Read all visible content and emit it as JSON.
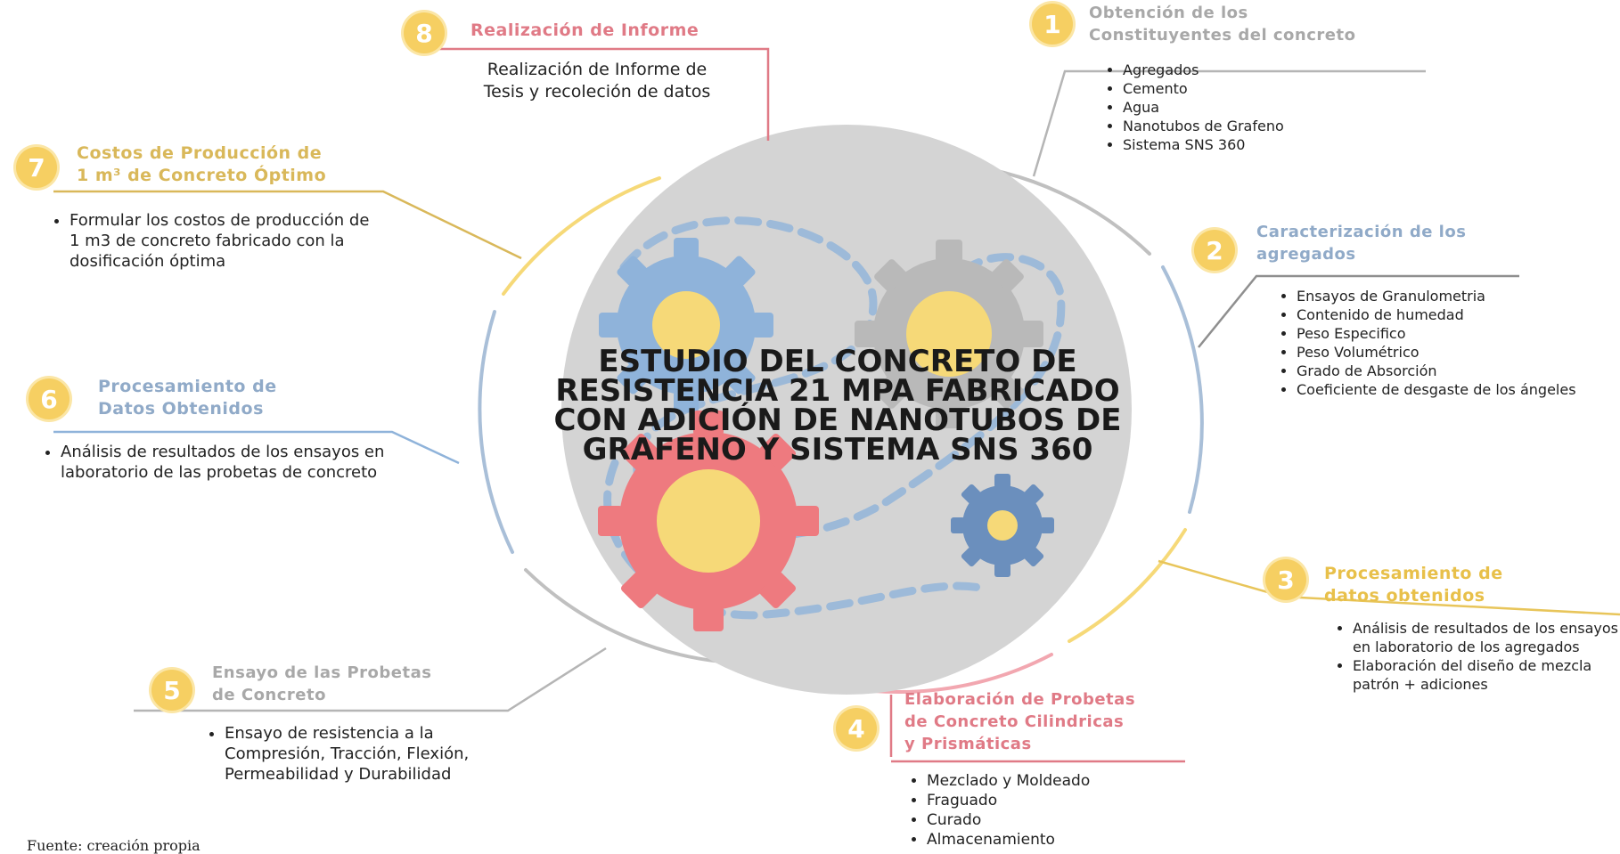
{
  "center_title": "ESTUDIO DEL CONCRETO DE RESISTENCIA 21 MPA FABRICADO CON ADICIÓN DE NANOTUBOS DE GRAFENO Y SISTEMA SNS 360",
  "colors": {
    "circle_fill": "#d4d4d4",
    "badge": "#f6cf62",
    "title_pink": "#e07a86",
    "title_blue": "#90aac8",
    "title_gold": "#d9b85a",
    "title_grey": "#a8a8a8"
  },
  "steps": [
    {
      "number": "1",
      "title_line1": "Obtención de los",
      "title_line2": "Constituyentes del concreto",
      "items": [
        "Agregados",
        "Cemento",
        "Agua",
        "Nanotubos de Grafeno",
        "Sistema SNS 360"
      ]
    },
    {
      "number": "2",
      "title_line1": "Caracterización de los",
      "title_line2": "agregados",
      "items": [
        "Ensayos de Granulometria",
        "Contenido de humedad",
        "Peso Especifico",
        "Peso Volumétrico",
        "Grado de Absorción",
        "Coeficiente de desgaste de los ángeles"
      ]
    },
    {
      "number": "3",
      "title_line1": "Procesamiento de",
      "title_line2": "datos obtenidos",
      "items": [
        "Análisis de resultados de los ensayos en laboratorio de los agregados",
        "Elaboración del diseño de mezcla patrón + adiciones"
      ]
    },
    {
      "number": "4",
      "title_line1": "Elaboración de Probetas",
      "title_line2": "de Concreto Cilindricas",
      "title_line3": "y Prismáticas",
      "items": [
        "Mezclado y Moldeado",
        "Fraguado",
        "Curado",
        "Almacenamiento"
      ]
    },
    {
      "number": "5",
      "title_line1": "Ensayo de las Probetas",
      "title_line2": "de Concreto",
      "items": [
        "Ensayo de resistencia a la Compresión, Tracción, Flexión, Permeabilidad y Durabilidad"
      ]
    },
    {
      "number": "6",
      "title_line1": "Procesamiento de",
      "title_line2": "Datos Obtenidos",
      "items": [
        "Análisis de resultados de los ensayos en laboratorio de las probetas de concreto"
      ]
    },
    {
      "number": "7",
      "title_line1": "Costos de Producción de",
      "title_line2": "1 m³ de Concreto Óptimo",
      "items": [
        "Formular los costos de producción de 1 m3 de concreto fabricado con la dosificación óptima"
      ]
    },
    {
      "number": "8",
      "title_line1": "Realización de Informe",
      "text_line1": "Realización de Informe de",
      "text_line2": "Tesis y  recoleción de datos"
    }
  ],
  "source": "Fuente: creación propia"
}
